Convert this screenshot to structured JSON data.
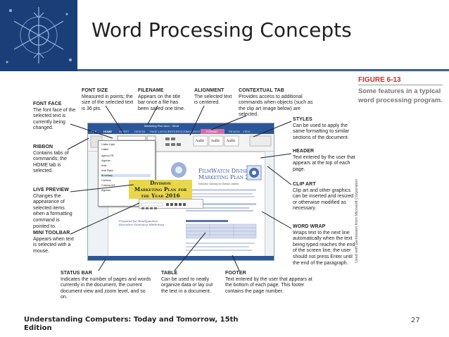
{
  "slide": {
    "title": "Word Processing Concepts",
    "footer": "Understanding Computers: Today and Tomorrow, 15th Edition",
    "page_number": "27"
  },
  "figure": {
    "number": "FIGURE 6-13",
    "caption": "Some features in a typical word processing program.",
    "credit": "Used with permission from Microsoft Corporation"
  },
  "callouts": {
    "font_face": {
      "title": "FONT FACE",
      "text": "The font face of the selected text is currently being changed."
    },
    "font_size": {
      "title": "FONT SIZE",
      "text": "Measured in points; the size of the selected text is 36 pts."
    },
    "filename": {
      "title": "FILENAME",
      "text": "Appears on the title bar once a file has been saved one time."
    },
    "alignment": {
      "title": "ALIGNMENT",
      "text": "The selected text is centered."
    },
    "contextual_tab": {
      "title": "CONTEXTUAL TAB",
      "text": "Provides access to additional commands when objects (such as the clip art image below) are selected."
    },
    "styles": {
      "title": "STYLES",
      "text": "Can be used to apply the same formatting to similar sections of the document."
    },
    "ribbon": {
      "title": "RIBBON",
      "text": "Contains tabs of commands; the HOME tab is selected."
    },
    "header": {
      "title": "HEADER",
      "text": "Text entered by the user that appears at the top of each page."
    },
    "live_preview": {
      "title": "LIVE PREVIEW",
      "text": "Changes the appearance of selected items when a formatting command is pointed to."
    },
    "clip_art": {
      "title": "CLIP ART",
      "text": "Clip art and other graphics can be inserted and resized or otherwise modified as necessary."
    },
    "mini_toolbar": {
      "title": "MINI TOOLBAR",
      "text": "Appears when text is selected with a mouse."
    },
    "word_wrap": {
      "title": "WORD WRAP",
      "text": "Wraps text to the next line automatically when the text being typed reaches the end of the screen line; the user should not press Enter until the end of the paragraph."
    },
    "status_bar": {
      "title": "STATUS BAR",
      "text": "Indicates the number of pages and words currently in the document, the current document view and zoom level, and so on."
    },
    "table": {
      "title": "TABLE",
      "text": "Can be used to neatly organize data or lay out the text in a document."
    },
    "footer": {
      "title": "FOOTER",
      "text": "Text entered by the user that appears at the bottom of each page. This footer contains the page number."
    }
  },
  "word_window": {
    "title_bar": "Marketing Plan.docx - Word",
    "tabs": [
      "FILE",
      "HOME",
      "INSERT",
      "DESIGN",
      "PAGE LAYOUT",
      "REFERENCES",
      "MAILINGS",
      "REVIEW",
      "VIEW",
      "FORMAT"
    ],
    "header_title_1": "FilmWatch Division",
    "header_title_2": "Marketing Plan 2016",
    "header_sub": "Executive Summary for Division Leaders",
    "fonts": [
      "Calibri Light",
      "Calibri",
      "Agency FB",
      "Algerian",
      "Arial",
      "Arial Black",
      "Broadway",
      "Cambria",
      "Colonna MT",
      "Algerian"
    ],
    "preview_line_1": "Division",
    "preview_line_2": "Marketing Plan for",
    "preview_line_3": "the Year 2016",
    "note_1": "Prepared for Headquarters",
    "note_2": "Executive Summary, Marketing"
  },
  "colors": {
    "brand": "#1a3f78",
    "figure_number": "#c6312f",
    "word_blue": "#2b579a",
    "context_tab": "#d36fa8"
  }
}
